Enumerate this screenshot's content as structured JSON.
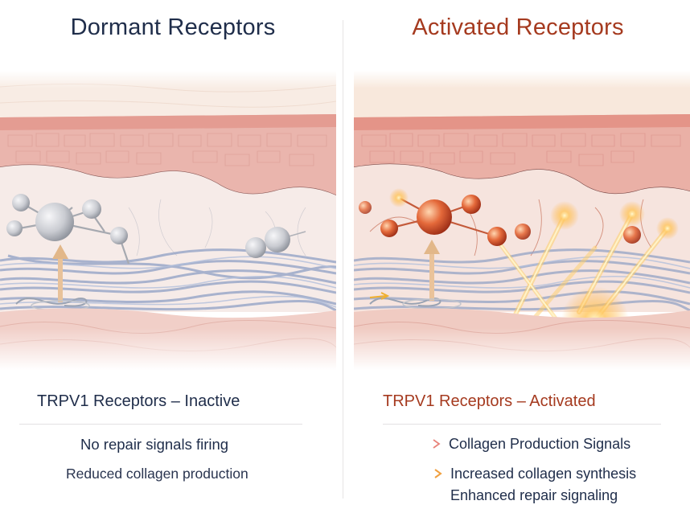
{
  "left": {
    "title": "Dormant Receptors",
    "subtitle": "TRPV1 Receptors – Inactive",
    "lines": [
      "No repair signals firing",
      "Reduced collagen production"
    ]
  },
  "right": {
    "title": "Activated Receptors",
    "subtitle": "TRPV1 Receptors – Activated",
    "lines": [
      "Collagen Production Signals",
      "Increased collagen synthesis",
      "Enhanced repair signaling"
    ]
  },
  "colors": {
    "navy": "#1f2d4a",
    "rust": "#a53a1f",
    "arrow_pink": "#e8837a",
    "arrow_orange": "#f0a040"
  },
  "icons": [
    "arrow-right-icon",
    "arrow-right-icon"
  ]
}
